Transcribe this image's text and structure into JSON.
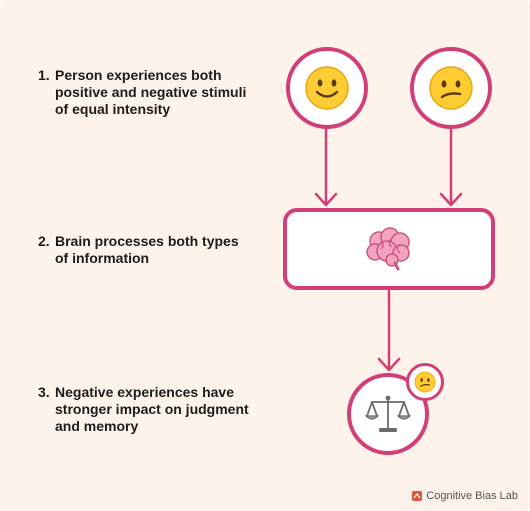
{
  "steps": [
    {
      "number": "1.",
      "text": "Person experiences both positive and negative stimuli of equal intensity"
    },
    {
      "number": "2.",
      "text": "Brain processes both types of information"
    },
    {
      "number": "3.",
      "text": "Negative experiences have stronger impact on judgment and memory"
    }
  ],
  "icons": {
    "positive": "smiling-face-icon",
    "negative": "confused-face-icon",
    "brain": "brain-icon",
    "scale": "balance-scale-icon",
    "badge": "confused-face-icon"
  },
  "branding": {
    "label": "Cognitive Bias Lab"
  },
  "colors": {
    "background": "#fdf3ea",
    "accent": "#d23f77",
    "text": "#1c1c1c"
  }
}
